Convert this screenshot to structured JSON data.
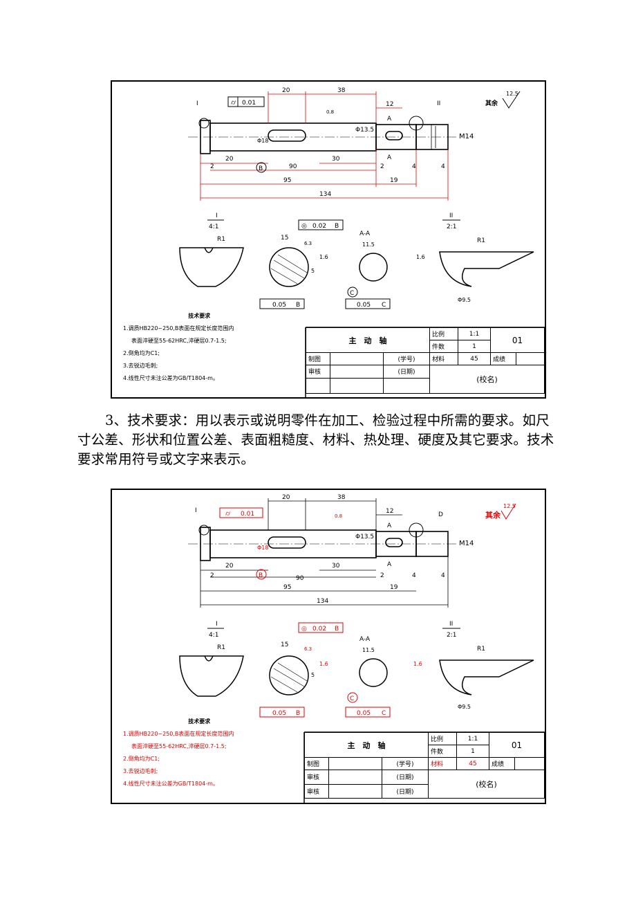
{
  "paragraph": "3、技术要求：用以表示或说明零件在加工、检验过程中所需的要求。如尺寸公差、形状和位置公差、表面粗糙度、材料、热处理、硬度及其它要求。技术要求常用符号或文字来表示。",
  "drawing1": {
    "part_name": "主　动　轴",
    "scale_label": "比例",
    "scale_value": "1:1",
    "qty_label": "件数",
    "qty_value": "1",
    "material_label": "材料",
    "material_value": "45",
    "code": "01",
    "drawn_label": "制图",
    "drawn_sub": "(学号)",
    "check_label": "审核",
    "check_sub": "(日期)",
    "school": "(校名)",
    "weight_label": "成绩",
    "notes_title": "技术要求",
    "notes": [
      "1.调质HB220~250,B表面在规定长度范围内",
      "表面淬硬至55-62HRC,淬硬层0.7-1.5;",
      "2.倒角均为C1;",
      "3.去锐边毛刺;",
      "4.线性尺寸未注公差为GB/T1804-m。"
    ],
    "rough_other": "其余",
    "rough_val": "12.5",
    "gdt1": "0.01",
    "gdt2": "0.02",
    "gdt3": "0.05",
    "gdt4": "0.05",
    "datum_b": "B",
    "datum_c": "C",
    "dims": {
      "d20a": "20",
      "d38": "38",
      "d12": "12",
      "d95": "95",
      "d134": "134",
      "d19": "19",
      "d90": "90",
      "d20b": "20",
      "d30": "30",
      "d2a": "2",
      "d2b": "2",
      "d4a": "4",
      "d4b": "4",
      "d15": "15",
      "d115": "11.5",
      "d5": "5",
      "m14": "M14",
      "d135": "Φ13.5",
      "d18": "Φ18",
      "d95b": "Φ9.5",
      "r1a": "R1",
      "r1b": "R1",
      "r16a": "1.6",
      "r16b": "1.6",
      "r08": "0.8",
      "r63": "6.3"
    },
    "view_i": "I",
    "view_i_scale": "4:1",
    "view_ii": "II",
    "view_ii_scale": "2:1",
    "section": "A-A",
    "a_label": "A",
    "leader_i": "I",
    "leader_ii": "II"
  },
  "drawing2": {
    "part_name": "主　动　轴",
    "scale_label": "比例",
    "scale_value": "1:1",
    "qty_label": "件数",
    "qty_value": "1",
    "material_label": "材料",
    "material_value": "45",
    "code": "01",
    "drawn_label": "制图",
    "drawn_sub": "(学号)",
    "check_label": "审核",
    "check_sub": "(日期)",
    "row3_label": "审核",
    "row3_sub": "(日期)",
    "school": "(校名)",
    "weight_label": "成绩",
    "notes_title": "技术要求",
    "notes": [
      "1.调质HB220~250,B表面在规定长度范围内",
      "表面淬硬至55-62HRC,淬硬层0.7-1.5;",
      "2.倒角均为C1;",
      "3.去锐边毛刺;",
      "4.线性尺寸未注公差为GB/T1804-m。"
    ],
    "rough_other": "其余",
    "rough_val": "12.5",
    "gdt1": "0.01",
    "gdt2": "0.02",
    "gdt3": "0.05",
    "gdt4": "0.05",
    "datum_b": "B",
    "datum_c": "C",
    "dims": {
      "d20a": "20",
      "d38": "38",
      "d12": "12",
      "d95": "95",
      "d134": "134",
      "d19": "19",
      "d90": "90",
      "d20b": "20",
      "d30": "30",
      "d2a": "2",
      "d2b": "2",
      "d4a": "4",
      "d4b": "4",
      "d15": "15",
      "d115": "11.5",
      "d5": "5",
      "m14": "M14",
      "d135": "Φ13.5",
      "d18": "Φ18",
      "d95b": "Φ9.5",
      "r1a": "R1",
      "r1b": "R1",
      "r16a": "1.6",
      "r16b": "1.6",
      "r08": "0.8",
      "r63": "6.3"
    },
    "view_i": "I",
    "view_i_scale": "4:1",
    "view_ii": "II",
    "view_ii_scale": "2:1",
    "section": "A-A",
    "a_label": "A",
    "leader_i": "I",
    "leader_ii": "D"
  }
}
